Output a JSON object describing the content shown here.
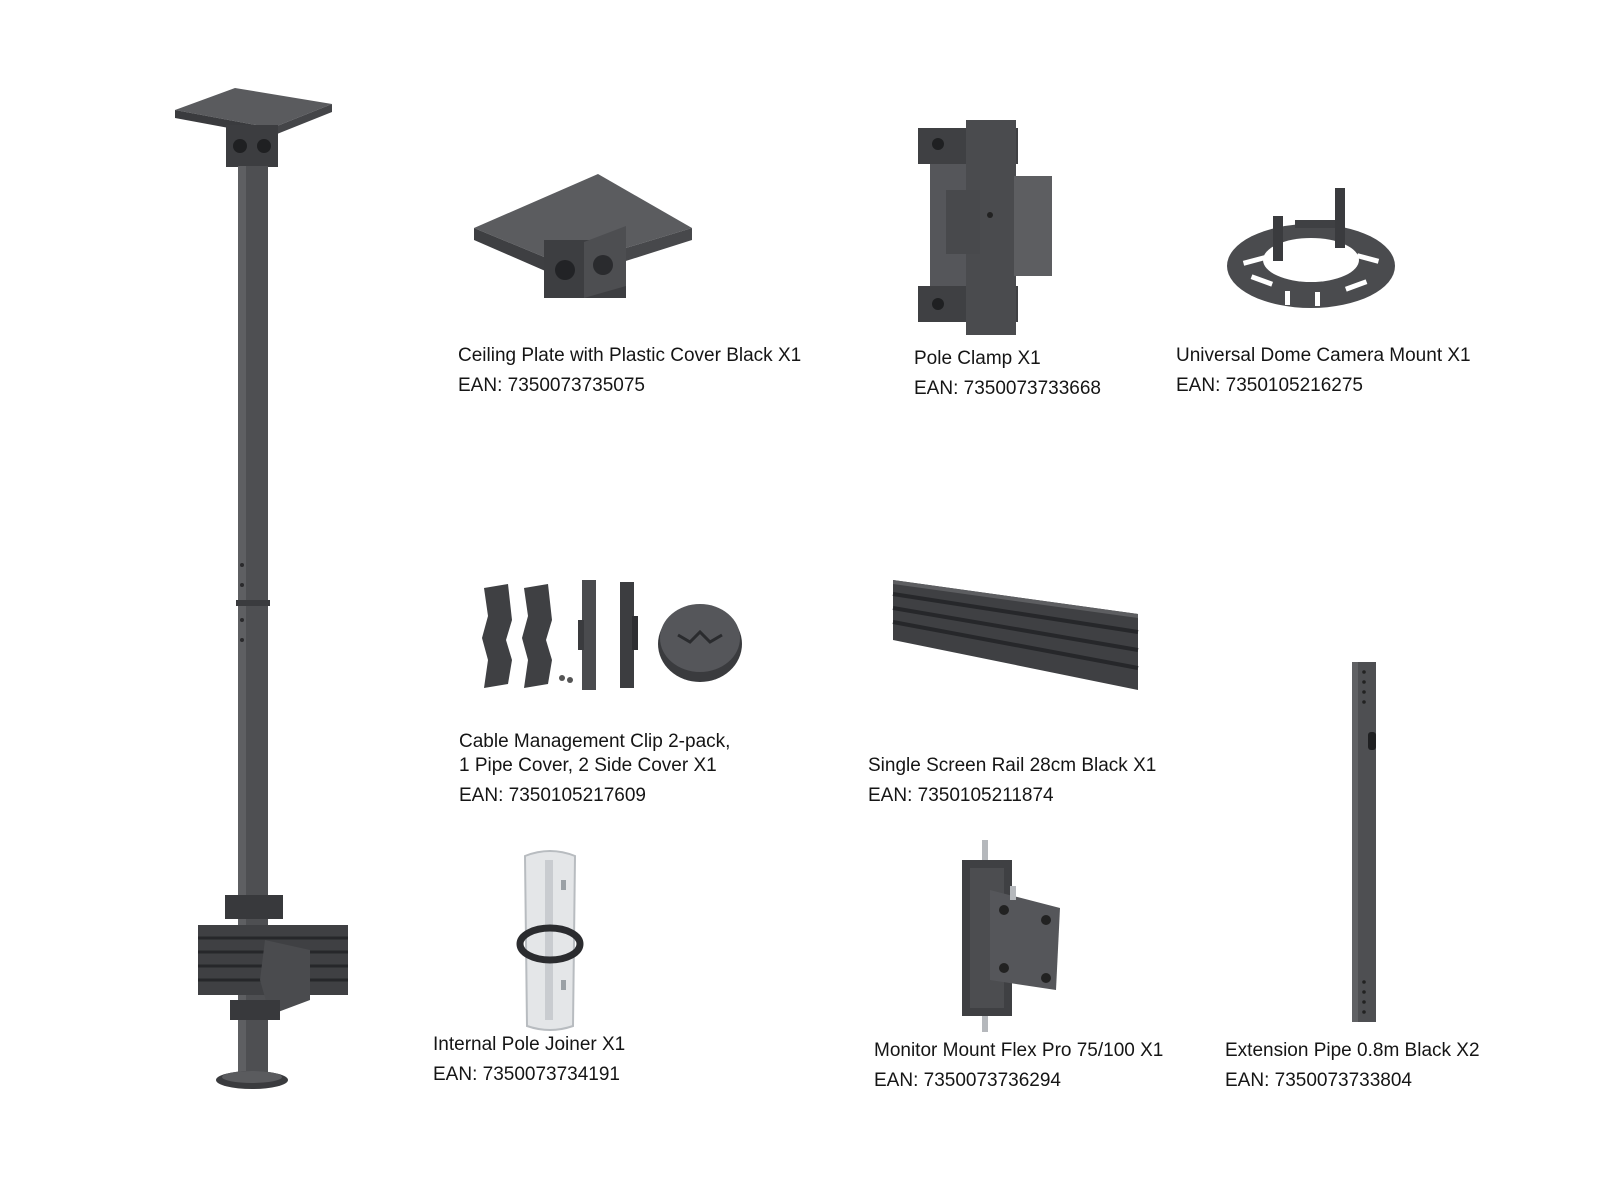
{
  "colors": {
    "metal": "#4a4b4e",
    "metal_dark": "#333437",
    "metal_light": "#6a6b6e",
    "white_part": "#e6e8ea",
    "text": "#151515"
  },
  "products": [
    {
      "name": "Ceiling Plate with Plastic Cover Black X1",
      "ean": "EAN: 7350073735075",
      "icon": "ceiling-plate-icon"
    },
    {
      "name": "Pole Clamp X1",
      "ean": "EAN: 7350073733668",
      "icon": "pole-clamp-icon"
    },
    {
      "name": "Universal Dome Camera Mount X1",
      "ean": "EAN: 7350105216275",
      "icon": "dome-camera-mount-icon"
    },
    {
      "name_line1": "Cable Management Clip 2-pack,",
      "name_line2": "1 Pipe Cover, 2 Side Cover X1",
      "ean": "EAN: 7350105217609",
      "icon": "cable-clip-icon"
    },
    {
      "name": "Single Screen Rail 28cm Black X1",
      "ean": "EAN: 7350105211874",
      "icon": "screen-rail-icon"
    },
    {
      "name": "Internal Pole Joiner X1",
      "ean": "EAN: 7350073734191",
      "icon": "pole-joiner-icon"
    },
    {
      "name": "Monitor Mount Flex Pro 75/100 X1",
      "ean": "EAN: 7350073736294",
      "icon": "monitor-mount-icon"
    },
    {
      "name": "Extension Pipe 0.8m Black X2",
      "ean": "EAN: 7350073733804",
      "icon": "extension-pipe-icon"
    }
  ]
}
